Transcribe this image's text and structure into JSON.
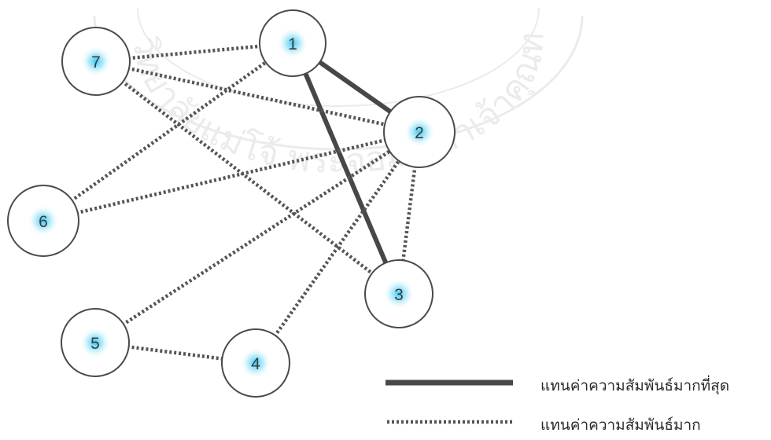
{
  "colors": {
    "node_fill": "#ffffff",
    "node_stroke": "#4a4a4a",
    "glow": "#33c6f5",
    "strong_line": "#474747",
    "dotted_line": "#555555",
    "watermark": "#dcdcdc"
  },
  "nodes": [
    {
      "id": "1",
      "label": "1"
    },
    {
      "id": "2",
      "label": "2"
    },
    {
      "id": "3",
      "label": "3"
    },
    {
      "id": "4",
      "label": "4"
    },
    {
      "id": "5",
      "label": "5"
    },
    {
      "id": "6",
      "label": "6"
    },
    {
      "id": "7",
      "label": "7"
    }
  ],
  "edges": [
    {
      "from": "1",
      "to": "2",
      "style": "strongest"
    },
    {
      "from": "1",
      "to": "3",
      "style": "strongest"
    },
    {
      "from": "7",
      "to": "1",
      "style": "strong"
    },
    {
      "from": "7",
      "to": "2",
      "style": "strong"
    },
    {
      "from": "7",
      "to": "3",
      "style": "strong"
    },
    {
      "from": "6",
      "to": "1",
      "style": "strong"
    },
    {
      "from": "6",
      "to": "2",
      "style": "strong"
    },
    {
      "from": "5",
      "to": "2",
      "style": "strong"
    },
    {
      "from": "5",
      "to": "4",
      "style": "strong"
    },
    {
      "from": "4",
      "to": "2",
      "style": "strong"
    },
    {
      "from": "2",
      "to": "3",
      "style": "strong"
    }
  ],
  "legend": {
    "strongest_label": "แทนค่าความสัมพันธ์มากที่สุด",
    "strong_label": "แทนค่าความสัมพันธ์มาก"
  },
  "watermark": {
    "text": "มหาวิทยาลัยแม่โจ้ พระจอมเกล้าเจ้าคุณทหาร"
  }
}
